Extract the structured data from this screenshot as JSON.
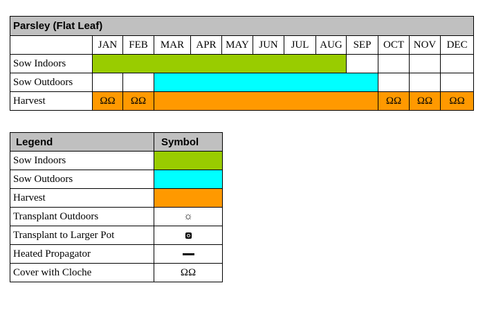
{
  "calendar": {
    "title": "Parsley (Flat Leaf)",
    "months": [
      "JAN",
      "FEB",
      "MAR",
      "APR",
      "MAY",
      "JUN",
      "JUL",
      "AUG",
      "SEP",
      "OCT",
      "NOV",
      "DEC"
    ],
    "rows": [
      {
        "label": "Sow Indoors",
        "color": "#99cc00",
        "months": [
          "",
          "",
          "",
          "",
          "",
          "",
          "",
          "",
          "",
          "",
          "",
          ""
        ]
      },
      {
        "label": "Sow Outdoors",
        "color": "#00ffff",
        "months": [
          "",
          "",
          "",
          "",
          "",
          "",
          "",
          "",
          "",
          "",
          "",
          ""
        ]
      },
      {
        "label": "Harvest",
        "color": "#ff9900",
        "months": [
          "ΩΩ",
          "ΩΩ",
          "",
          "",
          "",
          "",
          "",
          "",
          "",
          "ΩΩ",
          "ΩΩ",
          "ΩΩ"
        ]
      }
    ],
    "active_months": {
      "sow_indoors": [
        "JAN",
        "FEB",
        "MAR",
        "APR",
        "MAY",
        "JUN",
        "JUL",
        "AUG"
      ],
      "sow_outdoors": [
        "MAR",
        "APR",
        "MAY",
        "JUN",
        "JUL",
        "AUG",
        "SEP"
      ],
      "harvest": [
        "JAN",
        "FEB",
        "MAR",
        "APR",
        "MAY",
        "JUN",
        "JUL",
        "AUG",
        "SEP",
        "OCT",
        "NOV",
        "DEC"
      ]
    }
  },
  "legend": {
    "header_legend": "Legend",
    "header_symbol": "Symbol",
    "items": [
      {
        "label": "Sow Indoors",
        "color": "#99cc00",
        "symbol": ""
      },
      {
        "label": "Sow Outdoors",
        "color": "#00ffff",
        "symbol": ""
      },
      {
        "label": "Harvest",
        "color": "#ff9900",
        "symbol": ""
      },
      {
        "label": "Transplant Outdoors",
        "color": "",
        "symbol": "☼",
        "icon": "sun-icon"
      },
      {
        "label": "Transplant to Larger Pot",
        "color": "",
        "symbol": "",
        "icon": "pot-icon"
      },
      {
        "label": "Heated Propagator",
        "color": "",
        "symbol": "",
        "icon": "dash-icon"
      },
      {
        "label": "Cover with Cloche",
        "color": "",
        "symbol": "ΩΩ",
        "icon": "cloche-icon"
      }
    ]
  },
  "colors": {
    "header_bg": "#c0c0c0",
    "border": "#000000"
  }
}
